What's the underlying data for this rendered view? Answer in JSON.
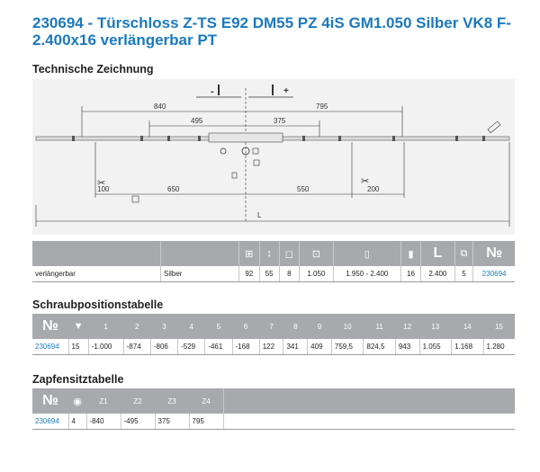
{
  "title": "230694 - Türschloss Z-TS E92 DM55 PZ 4iS GM1.050 Silber VK8 F-2.400x16 verlängerbar PT",
  "sections": {
    "drawing": "Technische Zeichnung",
    "screw": "Schraubpositionstabelle",
    "pin": "Zapfensitztabelle"
  },
  "drawing": {
    "minus": "-",
    "plus": "+",
    "d840": "840",
    "d795": "795",
    "d495": "495",
    "d375": "375",
    "d100": "100",
    "d650": "650",
    "d550": "550",
    "d200": "200",
    "L": "L"
  },
  "spec": {
    "head_L": "L",
    "head_no": "№",
    "row": [
      "verlängerbar",
      "Silber",
      "92",
      "55",
      "8",
      "1.050",
      "1.950 - 2.400",
      "16",
      "2.400",
      "5",
      "230694"
    ]
  },
  "screw": {
    "head_no": "№",
    "cols": [
      "1",
      "2",
      "3",
      "4",
      "5",
      "6",
      "7",
      "8",
      "9",
      "10",
      "11",
      "12",
      "13",
      "14",
      "15"
    ],
    "row": [
      "230694",
      "15",
      "-1.000",
      "-874",
      "-806",
      "-529",
      "-461",
      "-168",
      "122",
      "341",
      "409",
      "759,5",
      "824,5",
      "943",
      "1.055",
      "1.168",
      "1.280"
    ]
  },
  "pin": {
    "head_no": "№",
    "cols": [
      "Z1",
      "Z2",
      "Z3",
      "Z4"
    ],
    "row": [
      "230694",
      "4",
      "-840",
      "-495",
      "375",
      "795"
    ]
  }
}
